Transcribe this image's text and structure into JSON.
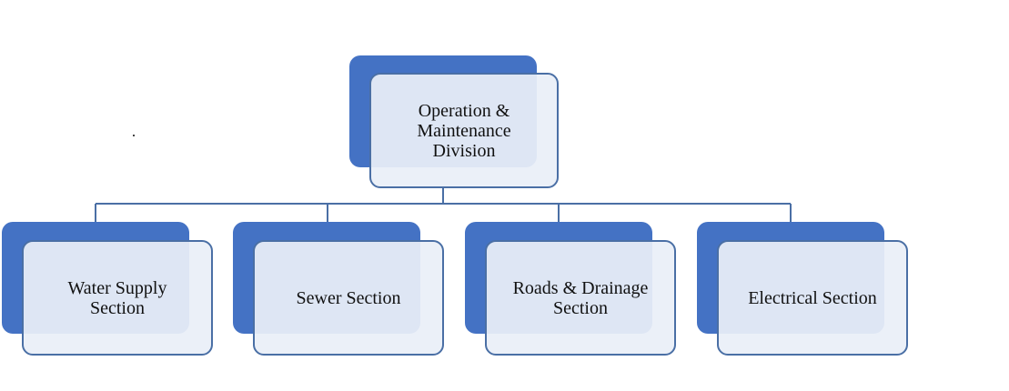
{
  "diagram": {
    "root": {
      "label": "Operation &\nMaintenance\nDivision"
    },
    "children": [
      {
        "label": "Water Supply\nSection"
      },
      {
        "label": "Sewer Section"
      },
      {
        "label": "Roads & Drainage\nSection"
      },
      {
        "label": "Electrical  Section"
      }
    ],
    "colors": {
      "back_fill": "#4472c4",
      "front_fill": "#eaeff7",
      "border": "#4a6fa5",
      "connector": "#4a6fa5"
    }
  }
}
